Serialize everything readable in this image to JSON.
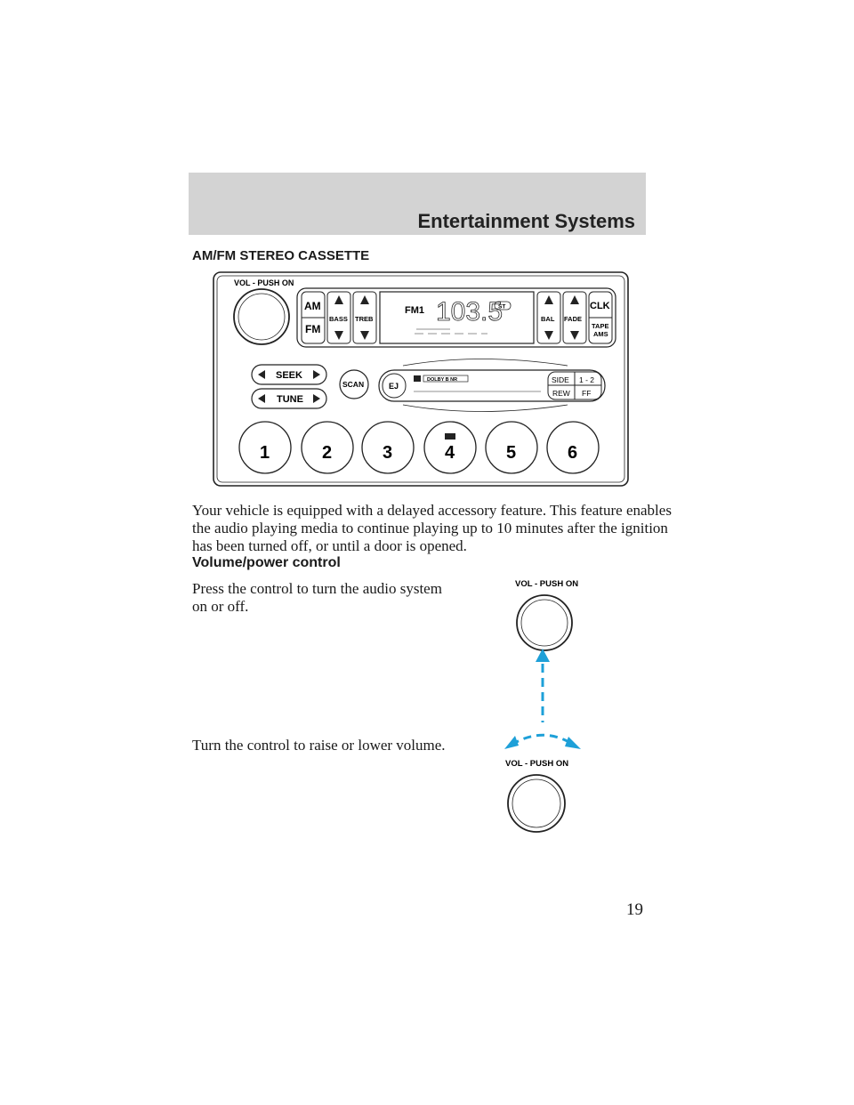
{
  "header": {
    "title": "Entertainment Systems"
  },
  "section_title": "AM/FM STEREO CASSETTE",
  "radio": {
    "vol_label": "VOL - PUSH ON",
    "am": "AM",
    "fm": "FM",
    "bass": "BASS",
    "treb": "TREB",
    "band": "FM1",
    "frequency": "103.5",
    "stereo": "ST",
    "bal": "BAL",
    "fade": "FADE",
    "clk": "CLK",
    "tape": "TAPE",
    "ams": "AMS",
    "seek": "SEEK",
    "tune": "TUNE",
    "scan": "SCAN",
    "ej": "EJ",
    "dolby": "DOLBY B NR",
    "side": "SIDE",
    "rew": "REW",
    "one_two": "1 - 2",
    "ff": "FF",
    "presets": [
      "1",
      "2",
      "3",
      "4",
      "5",
      "6"
    ]
  },
  "intro": "Your vehicle is equipped with a delayed accessory feature. This feature enables the audio playing media to continue playing up to 10 minutes after the ignition has been turned off, or until a door is opened.",
  "subsection_title": "Volume/power control",
  "text_press": "Press the control to turn the audio system on or off.",
  "text_turn": "Turn the control to raise or lower volume.",
  "figure_label_1": "VOL - PUSH ON",
  "figure_label_2": "VOL - PUSH ON",
  "page_number": "19"
}
